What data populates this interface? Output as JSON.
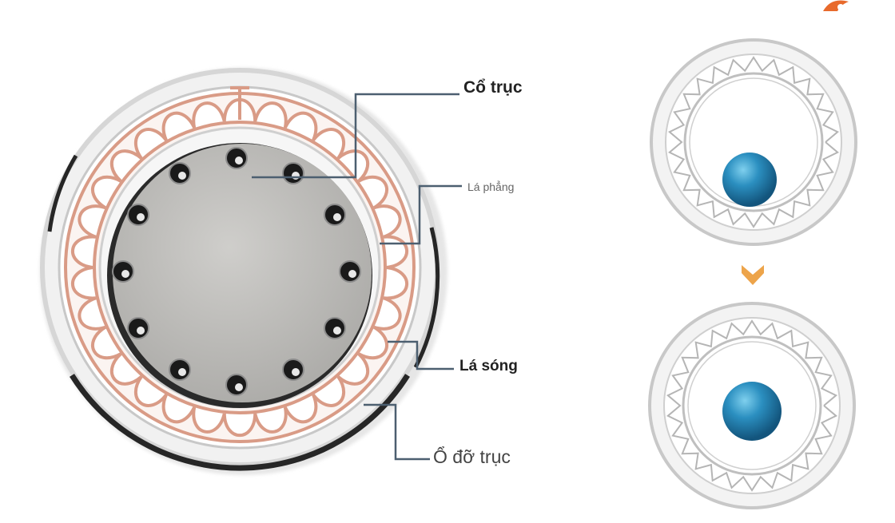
{
  "labels": {
    "co_truc": "Cổ trục",
    "la_phang": "Lá phẳng",
    "la_song": "Lá sóng",
    "o_do_truc": "Ổ đỡ trục"
  },
  "logo": {
    "text": ""
  },
  "colors": {
    "copper": "#d99b86",
    "copper_dark": "#c27c66",
    "steel": "#c9c9c9",
    "shaft": "#bdbcb9",
    "leader": "#4c5f70",
    "ball": "#2b8fc0",
    "arrow": "#eda44a",
    "accent_logo": "#e86a2c"
  },
  "icons": [
    "logo-icon",
    "down-arrow-icon"
  ]
}
